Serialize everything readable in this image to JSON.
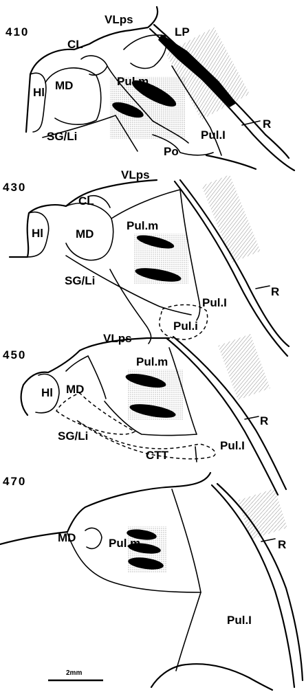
{
  "sections": [
    {
      "id": "410",
      "number": "410",
      "labels": {
        "vlps": "VLps",
        "lp": "LP",
        "cl": "CL",
        "pulm": "Pul.m",
        "hl": "Hl",
        "md": "MD",
        "sgli": "SG/Li",
        "po": "Po",
        "pull": "Pul.I",
        "r": "R"
      }
    },
    {
      "id": "430",
      "number": "430",
      "labels": {
        "vlps": "VLps",
        "cl": "CL",
        "pulm": "Pul.m",
        "hl": "Hl",
        "md": "MD",
        "sgli": "SG/Li",
        "r": "R",
        "pull": "Pul.I",
        "puli": "Pul.i"
      }
    },
    {
      "id": "450",
      "number": "450",
      "labels": {
        "vlps": "VLps",
        "pulm": "Pul.m",
        "hl": "Hl",
        "md": "MD",
        "sgli": "SG/Li",
        "r": "R",
        "pull": "Pul.I",
        "ctt": "CTT"
      }
    },
    {
      "id": "470",
      "number": "470",
      "labels": {
        "md": "MD",
        "pulm": "Pul.m",
        "r": "R",
        "pull": "Pul.I"
      }
    }
  ],
  "scale_bar": {
    "label": "2mm"
  }
}
